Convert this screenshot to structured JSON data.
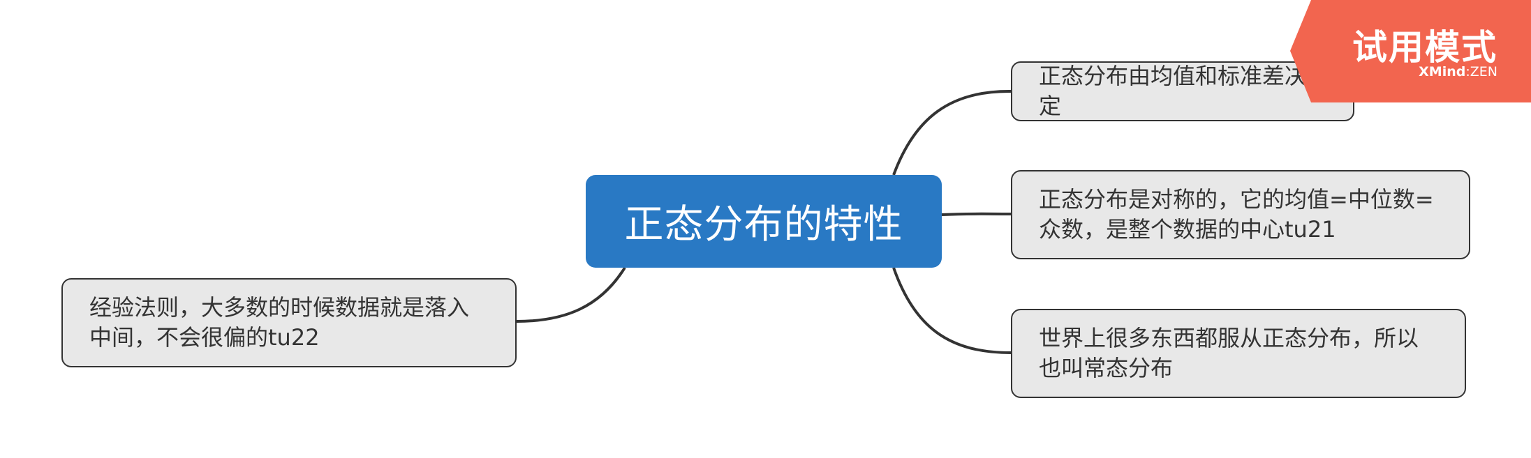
{
  "central_topic": "正态分布的特性",
  "branches": [
    {
      "text": "正态分布由均值和标准差决定"
    },
    {
      "text": "正态分布是对称的，它的均值=中位数=众数，是整个数据的中心tu21"
    },
    {
      "text": "世界上很多东西都服从正态分布，所以也叫常态分布"
    },
    {
      "text": "经验法则，大多数的时候数据就是落入中间，不会很偏的tu22"
    }
  ],
  "trial_badge": {
    "title": "试用模式",
    "brand_bold": "XMind",
    "brand_rest": ":ZEN"
  },
  "colors": {
    "central_fill": "#2979c4",
    "topic_fill": "#e8e8e8",
    "topic_border": "#333333",
    "connector": "#333333",
    "badge_fill": "#f2654f"
  }
}
